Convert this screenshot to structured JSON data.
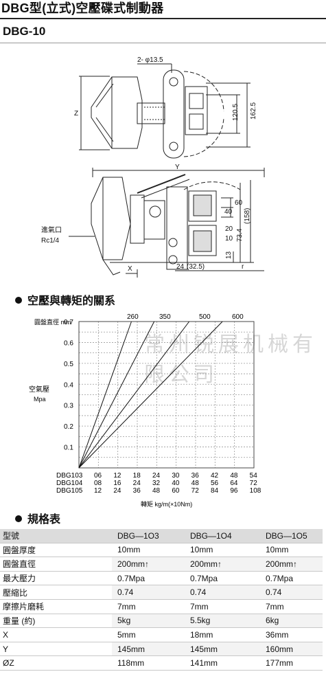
{
  "title": "DBG型(立式)空壓碟式制動器",
  "model": "DBG-10",
  "drawing": {
    "dims": [
      "2- φ13.5",
      "Z",
      "120.5",
      "162.5",
      "Y",
      "(158)",
      "60",
      "40",
      "20",
      "13",
      "73.4",
      "10",
      "24",
      "(32.5)",
      "r",
      "X"
    ],
    "inlet_label": "進氣口",
    "inlet_spec": "Rc1/4"
  },
  "section_pressure": "空壓與轉矩的關系",
  "section_spec": "規格表",
  "watermark": "常州锐展机械有限公司",
  "chart_data": {
    "type": "line",
    "title": "",
    "top_axis_label": "圓盤直徑 mm",
    "ylabel": "空氣壓",
    "yunit": "Mpa",
    "xlabel": "轉矩 kg/m(×10Nm)",
    "ylim": [
      0,
      0.7
    ],
    "yticks": [
      "0.1",
      "0.2",
      "0.3",
      "0.4",
      "0.5",
      "0.6",
      "0.7"
    ],
    "series": [
      {
        "name": "260",
        "x": [
          0,
          0.3
        ],
        "y": [
          0,
          0.7
        ]
      },
      {
        "name": "350",
        "x": [
          0,
          0.43
        ],
        "y": [
          0,
          0.7
        ]
      },
      {
        "name": "500",
        "x": [
          0,
          0.63
        ],
        "y": [
          0,
          0.7
        ]
      },
      {
        "name": "600",
        "x": [
          0,
          0.82
        ],
        "y": [
          0,
          0.7
        ]
      }
    ],
    "torque_rows": [
      {
        "label": "DBG103",
        "values": [
          "06",
          "12",
          "18",
          "24",
          "30",
          "36",
          "42",
          "48",
          "54"
        ]
      },
      {
        "label": "DBG104",
        "values": [
          "08",
          "16",
          "24",
          "32",
          "40",
          "48",
          "56",
          "64",
          "72"
        ]
      },
      {
        "label": "DBG105",
        "values": [
          "12",
          "24",
          "36",
          "48",
          "60",
          "72",
          "84",
          "96",
          "108"
        ]
      }
    ]
  },
  "spec_table": {
    "header": [
      "型號",
      "DBG—1O3",
      "DBG—1O4",
      "DBG—1O5"
    ],
    "rows": [
      [
        "圓盤厚度",
        "10mm",
        "10mm",
        "10mm"
      ],
      [
        "圓盤直徑",
        "200mm↑",
        "200mm↑",
        "200mm↑"
      ],
      [
        "最大壓力",
        "0.7Mpa",
        "0.7Mpa",
        "0.7Mpa"
      ],
      [
        "壓縮比",
        "0.74",
        "0.74",
        "0.74"
      ],
      [
        "摩擦片磨耗",
        "7mm",
        "7mm",
        "7mm"
      ],
      [
        "重量 (約)",
        "5kg",
        "5.5kg",
        "6kg"
      ],
      [
        "X",
        "5mm",
        "18mm",
        "36mm"
      ],
      [
        "Y",
        "145mm",
        "145mm",
        "160mm"
      ],
      [
        "ØZ",
        "118mm",
        "141mm",
        "177mm"
      ]
    ]
  }
}
